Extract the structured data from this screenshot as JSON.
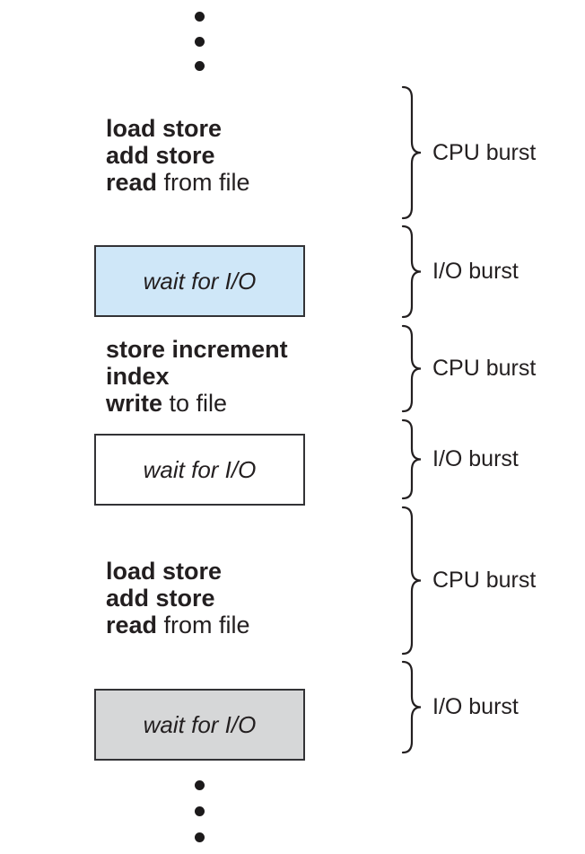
{
  "colors": {
    "background": "#ffffff",
    "text": "#231f20",
    "box_border": "#333336",
    "brace_stroke": "#231f20",
    "wait_box_blue": "#cfe7f8",
    "wait_box_white": "#ffffff",
    "wait_box_gray": "#d6d7d8",
    "dot": "#1c1a1b"
  },
  "ellipsis": {
    "top_dots": 3,
    "bottom_dots": 3
  },
  "code_blocks": [
    {
      "lines": [
        {
          "bold": "load store",
          "rest": ""
        },
        {
          "bold": "add store",
          "rest": ""
        },
        {
          "bold": "read",
          "rest": " from file"
        }
      ]
    },
    {
      "lines": [
        {
          "bold": "store increment",
          "rest": ""
        },
        {
          "bold": "index",
          "rest": ""
        },
        {
          "bold": "write",
          "rest": " to file"
        }
      ]
    },
    {
      "lines": [
        {
          "bold": "load store",
          "rest": ""
        },
        {
          "bold": "add store",
          "rest": ""
        },
        {
          "bold": "read",
          "rest": " from file"
        }
      ]
    }
  ],
  "wait_boxes": [
    {
      "label": "wait for I/O",
      "fill": "#cfe7f8"
    },
    {
      "label": "wait for I/O",
      "fill": "#ffffff"
    },
    {
      "label": "wait for I/O",
      "fill": "#d6d7d8"
    }
  ],
  "braces": [
    {
      "label": "CPU burst"
    },
    {
      "label": "I/O burst"
    },
    {
      "label": "CPU burst"
    },
    {
      "label": "I/O burst"
    },
    {
      "label": "CPU burst"
    },
    {
      "label": "I/O burst"
    }
  ]
}
